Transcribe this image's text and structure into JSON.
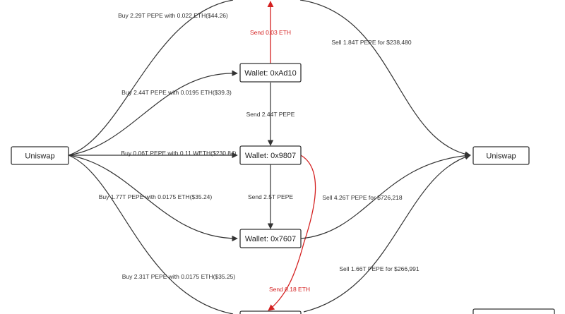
{
  "nodes": {
    "uniswap_left": "Uniswap",
    "uniswap_right": "Uniswap",
    "wallet_ad10": "Wallet: 0xAd10",
    "wallet_9807": "Wallet: 0x9807",
    "wallet_7607": "Wallet: 0x7607",
    "wallet_bottom": "",
    "box_bottom_right": ""
  },
  "edges": {
    "buy_top": "Buy 2.29T PEPE with 0.022 ETH($44.26)",
    "buy_ad10": "Buy 2.44T PEPE with 0.0195 ETH($39.3)",
    "buy_9807": "Buy 0.06T PEPE with 0.11 WETH($230.84)",
    "buy_7607": "Buy 1.77T PEPE with 0.0175 ETH($35.24)",
    "buy_bottom": "Buy 2.31T PEPE with 0.0175 ETH($35.25)",
    "send_eth_top": "Send 0.03 ETH",
    "send_ad10_9807": "Send 2.44T PEPE",
    "send_9807_7607": "Send 2.5T PEPE",
    "send_eth_bottom": "Send 0.18 ETH",
    "sell_top": "Sell 1.84T PEPE for $238,480",
    "sell_7607": "Sell 4.26T PEPE for $726,218",
    "sell_bottom": "Sell 1.66T PEPE for $266,991"
  },
  "colors": {
    "stroke": "#333333",
    "highlight": "#d42020",
    "background": "#ffffff"
  }
}
